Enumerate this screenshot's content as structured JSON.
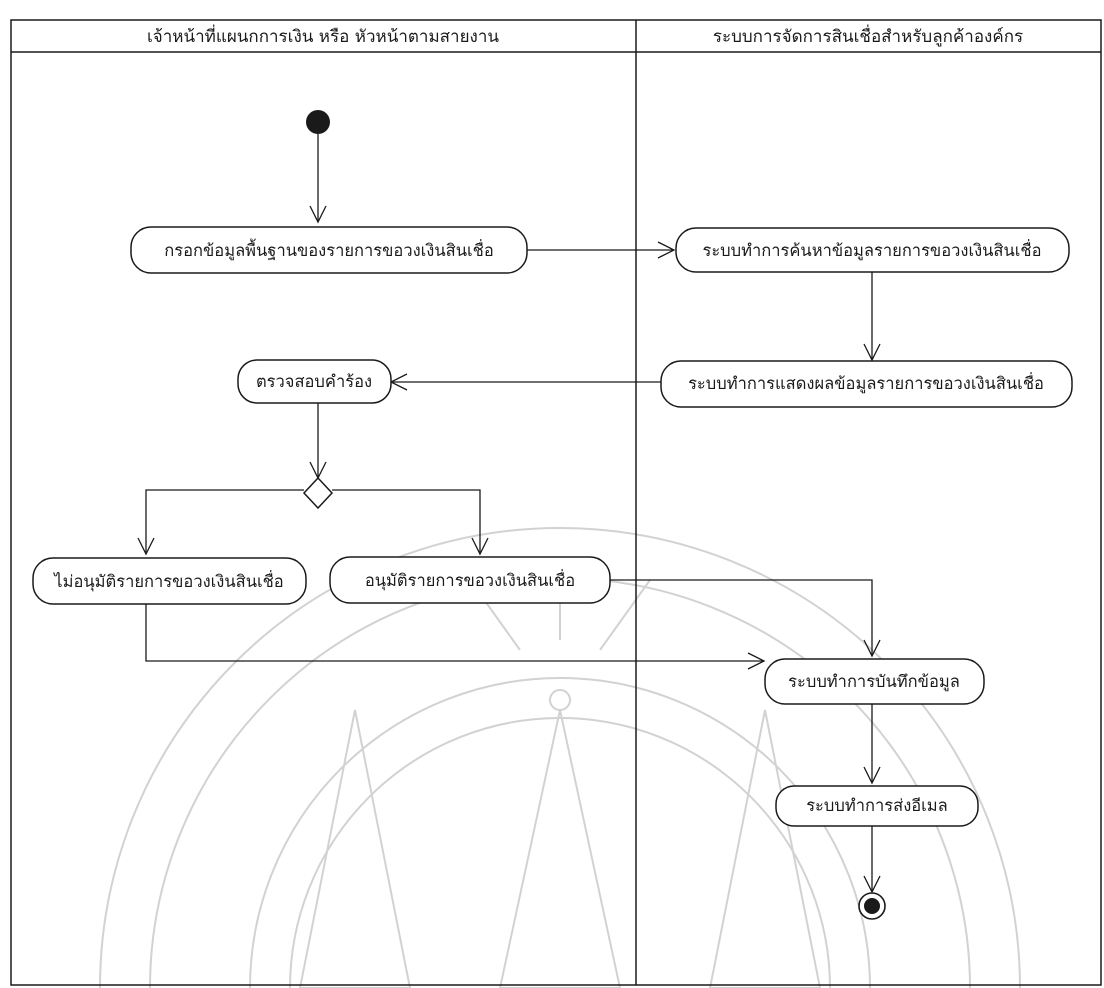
{
  "lanes": [
    {
      "title": "เจ้าหน้าที่แผนกการเงิน หรือ หัวหน้าตามสายงาน"
    },
    {
      "title": "ระบบการจัดการสินเชื่อสำหรับลูกค้าองค์กร"
    }
  ],
  "activities": {
    "fill_basic_info": "กรอกข้อมูลพื้นฐานของรายการขอวงเงินสินเชื่อ",
    "search_request": "ระบบทำการค้นหาข้อมูลรายการขอวงเงินสินเชื่อ",
    "display_request": "ระบบทำการแสดงผลข้อมูลรายการขอวงเงินสินเชื่อ",
    "review_request": "ตรวจสอบคำร้อง",
    "reject_request": "ไม่อนุมัติรายการขอวงเงินสินเชื่อ",
    "approve_request": "อนุมัติรายการขอวงเงินสินเชื่อ",
    "save_data": "ระบบทำการบันทึกข้อมูล",
    "send_email": "ระบบทำการส่งอีเมล"
  }
}
